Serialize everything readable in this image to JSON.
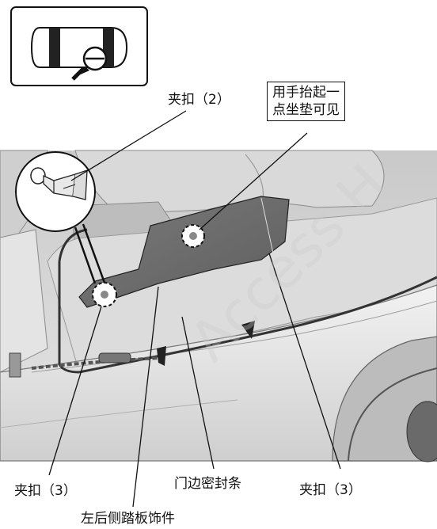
{
  "labels": {
    "clip_top": "夹扣（2）",
    "lift_note_line1": "用手抬起一",
    "lift_note_line2": "点坐垫可见",
    "clip_bottom_left": "夹扣（3）",
    "door_seal": "门边密封条",
    "clip_bottom_right": "夹扣（3）",
    "trim_part": "左后侧踏板饰件"
  },
  "watermark": "Access H"
}
